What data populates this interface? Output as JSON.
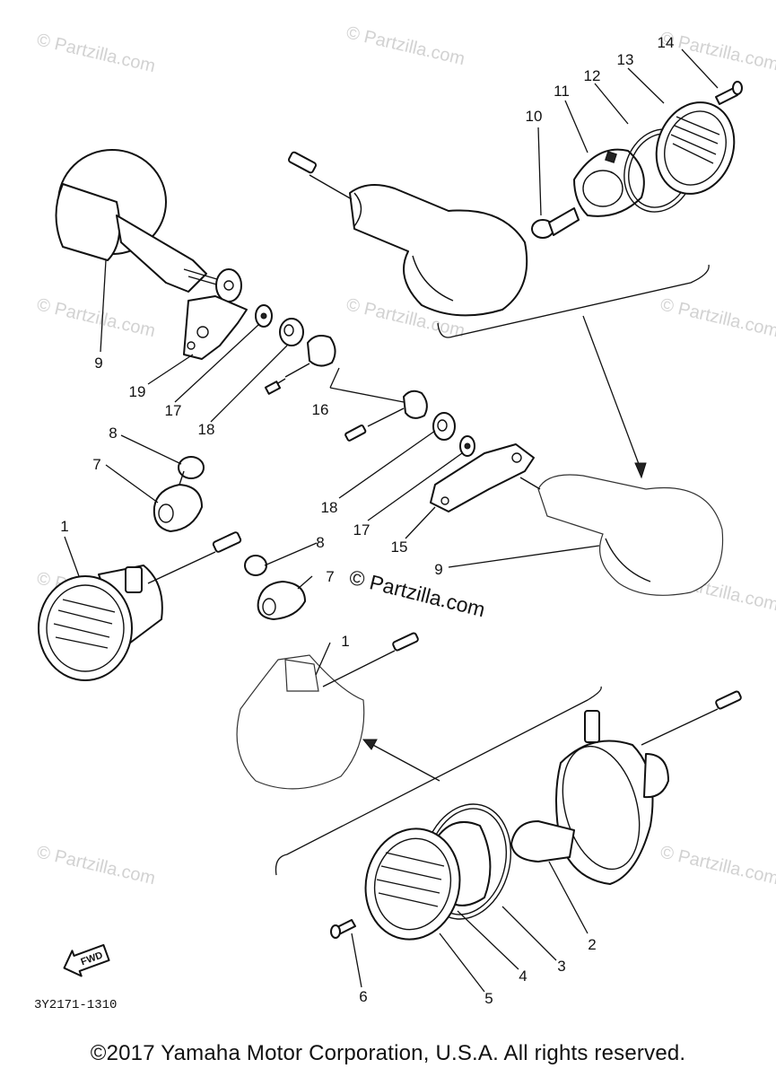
{
  "diagram": {
    "watermark": "© Partzilla.com",
    "drawing_code": "3Y2171-1310",
    "fwd_label": "FWD",
    "callouts": {
      "c1": "1",
      "c2": "2",
      "c3": "3",
      "c4": "4",
      "c5": "5",
      "c6": "6",
      "c7": "7",
      "c8": "8",
      "c9": "9",
      "c10": "10",
      "c11": "11",
      "c12": "12",
      "c13": "13",
      "c14": "14",
      "c15": "15",
      "c16": "16",
      "c17": "17",
      "c18": "18",
      "c19": "19"
    }
  },
  "footer": {
    "copyright": "©2017 Yamaha Motor Corporation, U.S.A. All rights reserved."
  }
}
